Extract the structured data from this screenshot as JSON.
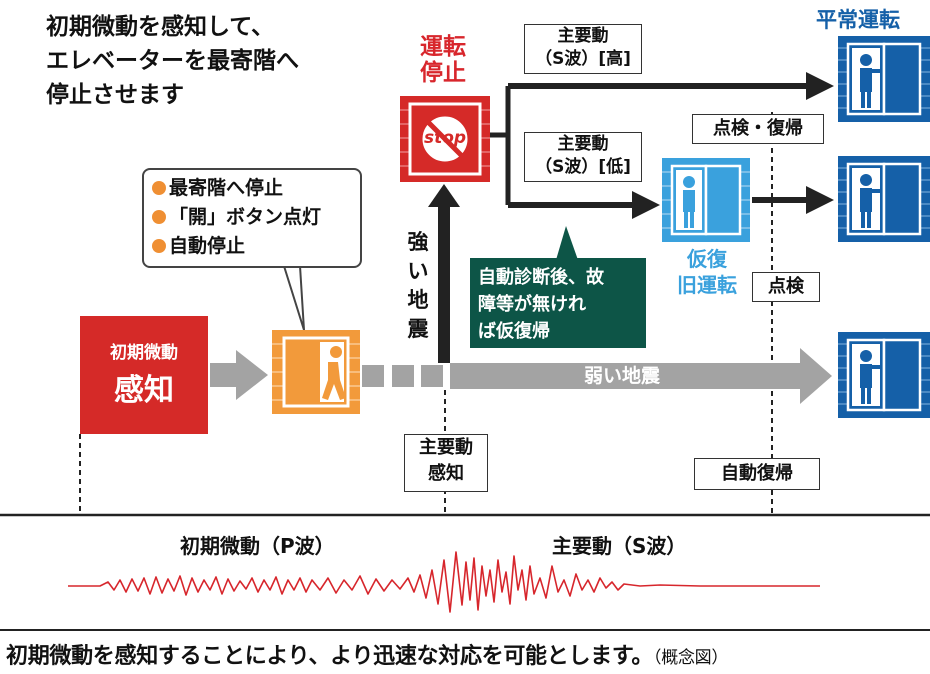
{
  "intro": {
    "line1": "初期微動を感知して、",
    "line2": "エレベーターを最寄階へ",
    "line3": "停止させます"
  },
  "callout": {
    "items": [
      "最寄階へ停止",
      "「開」ボタン点灯",
      "自動停止"
    ]
  },
  "detect": {
    "line1": "初期微動",
    "line2": "感知"
  },
  "stop": {
    "title_line1": "運転",
    "title_line2": "停止",
    "sign": "stop"
  },
  "strong_quake": {
    "chars": [
      "強",
      "い",
      "地",
      "震"
    ]
  },
  "main_high": {
    "line1": "主要動",
    "line2": "（S波）[高]"
  },
  "main_low": {
    "line1": "主要動",
    "line2": "（S波）[低]"
  },
  "normal_operation": "平常運転",
  "inspect_restore": "点検・復帰",
  "inspect": "点検",
  "auto_restore": "自動復帰",
  "temp_restore": {
    "line1": "仮復",
    "line2": "旧運転"
  },
  "self_diag": {
    "line1": "自動診断後、故",
    "line2": "障等が無けれ",
    "line3": "ば仮復帰"
  },
  "weak_quake": "弱い地震",
  "main_detect": {
    "line1": "主要動",
    "line2": "感知"
  },
  "wave": {
    "p_label": "初期微動（P波）",
    "s_label": "主要動（S波）"
  },
  "footer": {
    "text": "初期微動を感知することにより、より迅速な対応を可能とします。",
    "note": "（概念図）"
  },
  "colors": {
    "red": "#d52a28",
    "orange": "#f29a3b",
    "blue_dark": "#1560a8",
    "blue_light": "#3aa1dd",
    "green_dark": "#0d5547",
    "gray_arrow": "#a3a3a3",
    "wave": "#d7262c"
  }
}
